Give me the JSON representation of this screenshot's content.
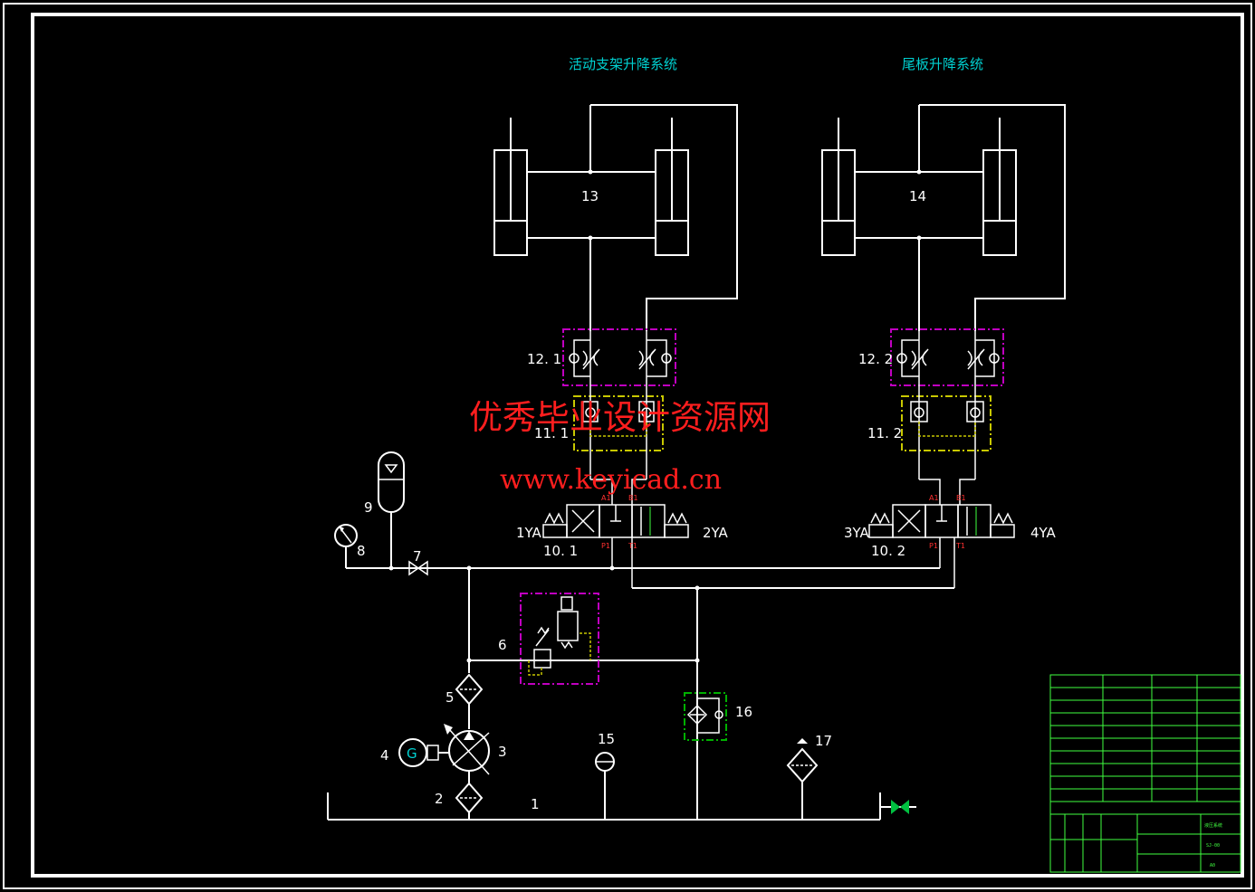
{
  "titles": {
    "support_lift": "活动支架升降系统",
    "tail_lift": "尾板升降系统"
  },
  "component_labels": {
    "c1": "1",
    "c2": "2",
    "c3": "3",
    "c4": "4",
    "c5": "5",
    "c6": "6",
    "c7": "7",
    "c8": "8",
    "c9": "9",
    "c10_1": "10. 1",
    "c10_2": "10. 2",
    "c11_1": "11. 1",
    "c11_2": "11. 2",
    "c12_1": "12. 1",
    "c12_2": "12. 2",
    "c13": "13",
    "c14": "14",
    "c15": "15",
    "c16": "16",
    "c17": "17"
  },
  "solenoids": {
    "s1": "1YA",
    "s2": "2YA",
    "s3": "3YA",
    "s4": "4YA"
  },
  "motor_symbol": "G",
  "ports": {
    "a": "A1",
    "b": "B1",
    "p": "P1",
    "t": "T1"
  },
  "watermark": {
    "line1": "优秀毕业设计资源网",
    "line2": "www.keyicad.cn"
  },
  "title_block": {
    "scale": "A0",
    "drawing_no": "SJ-00",
    "drawing_name": "液压系统"
  },
  "colors": {
    "background": "#000000",
    "lines": "#ffffff",
    "titles": "#00d0d0",
    "watermark": "#ff1e1e",
    "valve_group_1": "#c000c0",
    "valve_group_2": "#c8c800",
    "filter_group": "#00b000",
    "title_block": "#40ff40"
  }
}
